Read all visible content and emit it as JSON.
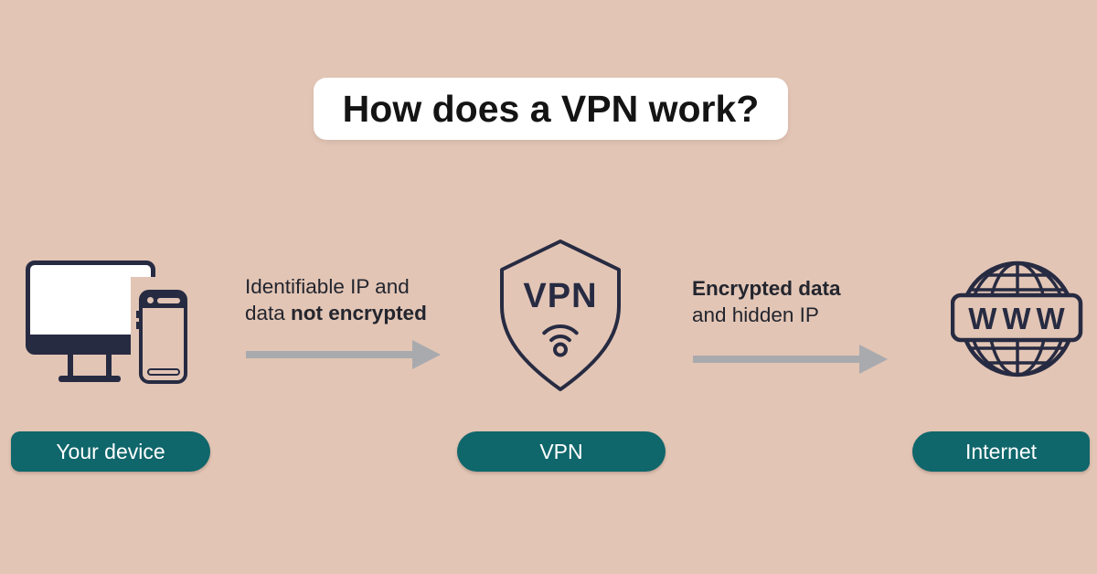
{
  "title": "How does a VPN work?",
  "colors": {
    "background": "#e2c5b5",
    "pill-teal": "#0f666b",
    "icon-navy": "#272b42",
    "arrow-gray": "#a9aaae",
    "title-text": "#141414",
    "body-text": "#23252e",
    "card-white": "#ffffff"
  },
  "nodes": {
    "device": {
      "label": "Your device"
    },
    "vpn": {
      "label": "VPN",
      "shield_text": "VPN"
    },
    "internet": {
      "label": "Internet",
      "globe_text": "WWW"
    }
  },
  "flows": {
    "device_to_vpn": {
      "line1": "Identifiable IP and",
      "line2_regular": "data ",
      "line2_bold": "not encrypted"
    },
    "vpn_to_internet": {
      "line1_bold": "Encrypted data",
      "line2": "and hidden IP"
    }
  }
}
